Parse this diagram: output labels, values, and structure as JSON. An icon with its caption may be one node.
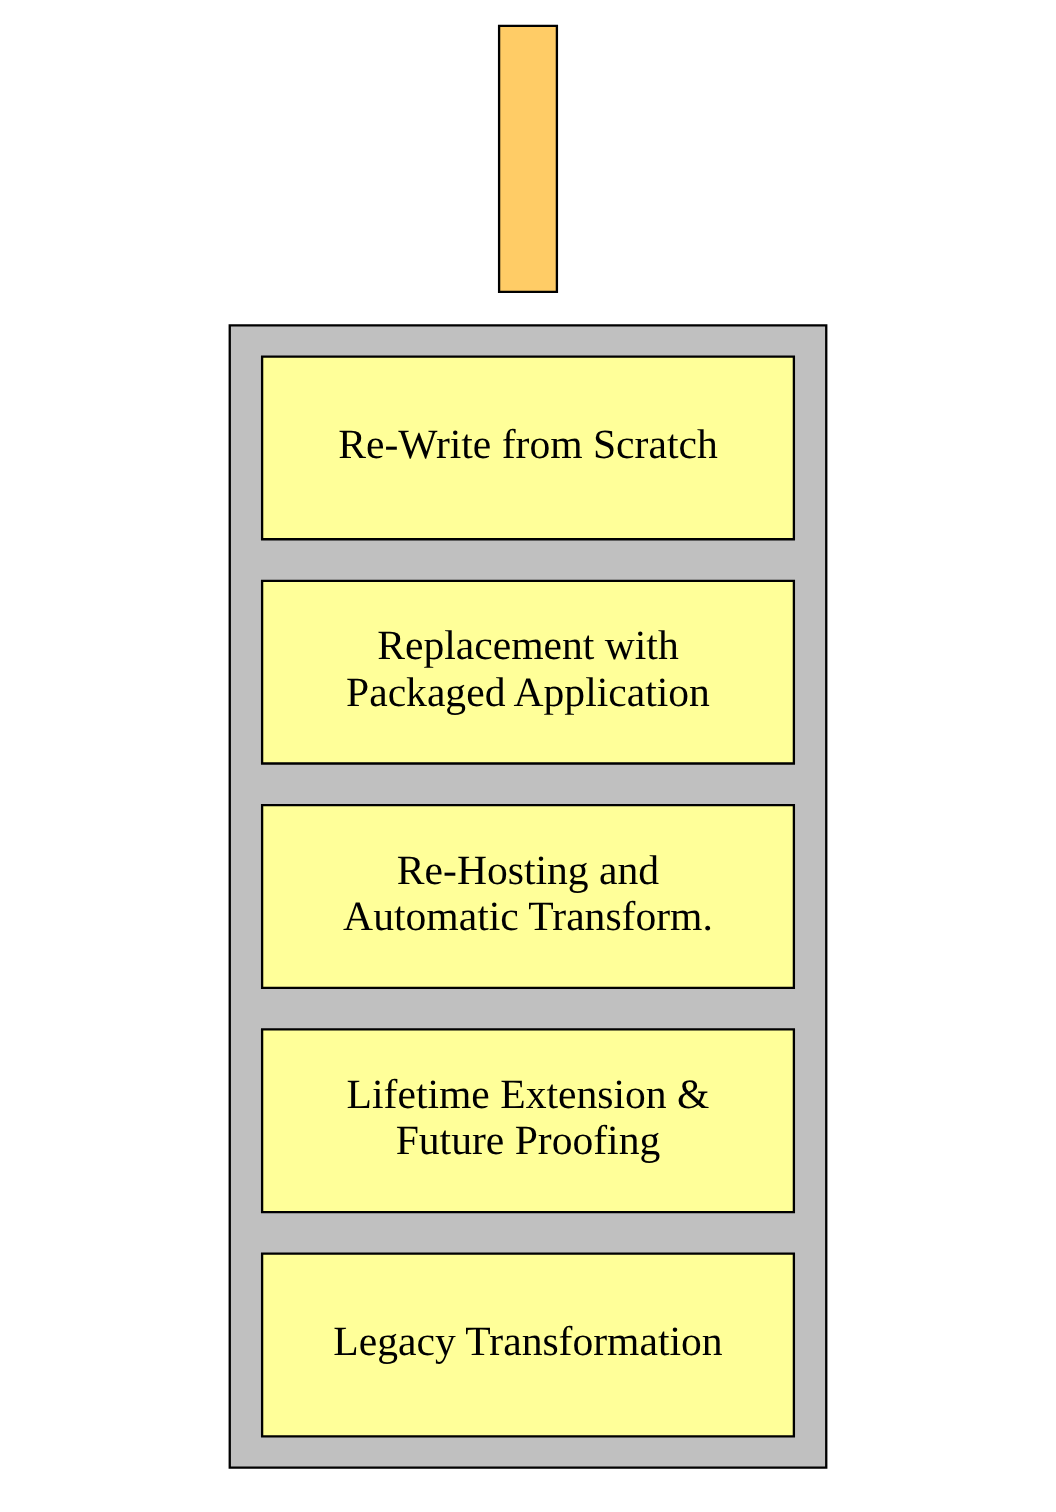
{
  "diagram": {
    "nodes": [
      {
        "text": [],
        "shape": "box"
      },
      {
        "text": [
          "Re-Write from Scratch"
        ],
        "in": 0
      },
      {
        "text": [
          "Replacement with Packaged Application"
        ],
        "in": 0
      },
      {
        "text": [
          "Re-Hosting and Automatic Transform."
        ],
        "in": 0
      },
      {
        "text": [
          "Lifetime Extension & Future Proofing"
        ],
        "in": 0
      },
      {
        "text": [
          "Legacy Transformation"
        ],
        "in": 0
      },
      {
        "text": [],
        "shape": "bar"
      }
    ]
  }
}
